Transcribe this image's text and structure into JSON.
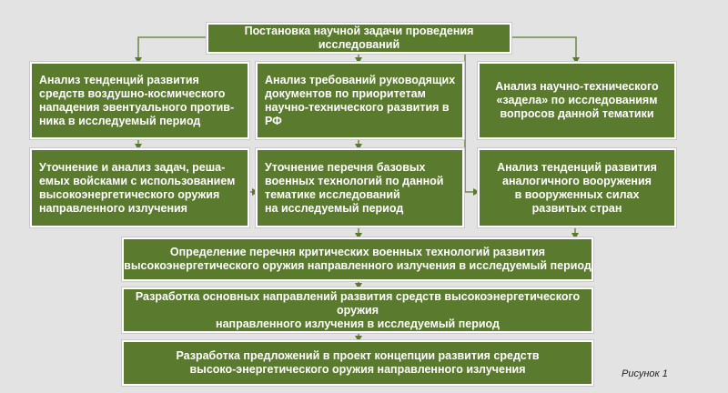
{
  "diagram": {
    "top": "Постановка научной задачи проведения исследований",
    "col1": {
      "row1": "Анализ тенденций развития\nсредств воздушно-космического\nнападения эвентуального против-\nника в исследуемый период",
      "row2": "Уточнение и анализ задач, реша-\nемых войсками с использованием\nвысокоэнергетического оружия\nнаправленного излучения"
    },
    "col2": {
      "row1": "Анализ требований руководящих\nдокументов по приоритетам\nнаучно-технического развития в РФ",
      "row2": "Уточнение перечня базовых\nвоенных технологий по данной\nтематике исследований\nна исследуемый период"
    },
    "col3": {
      "row1": "Анализ научно-технического\n«задела» по исследованиям\nвопросов данной тематики",
      "row2": "Анализ тенденций развития\nаналогичного вооружения\nв вооруженных силах\nразвитых стран"
    },
    "step1": "Определение перечня критических военных технологий развития\nвысокоэнергетического оружия направленного излучения в исследуемый период",
    "step2": "Разработка основных направлений развития средств высокоэнергетического оружия\nнаправленного излучения в исследуемый период",
    "step3": "Разработка предложений в проект концепции развития средств\nвысоко-энергетического оружия направленного излучения"
  },
  "caption": "Рисунок 1",
  "colors": {
    "box": "#5a7a2d",
    "background": "#e3e3e3",
    "text": "#ffffff"
  }
}
